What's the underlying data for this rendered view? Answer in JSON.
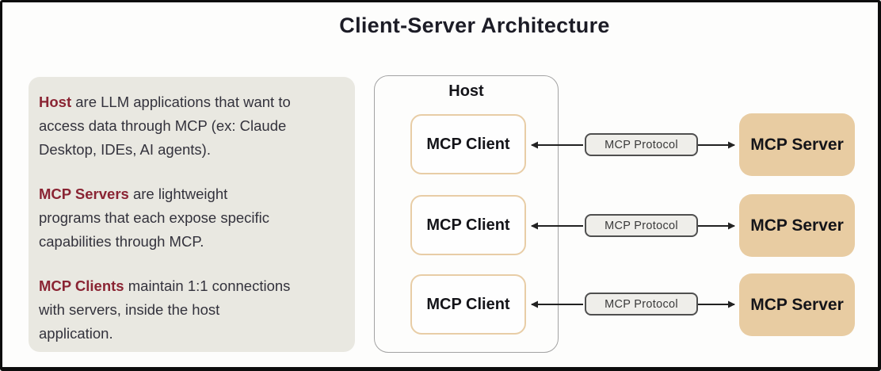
{
  "title": "Client-Server Architecture",
  "info_panel": {
    "paragraphs": [
      {
        "term": "Host",
        "line1_rest": " are LLM applications that want to",
        "line2": "access data through MCP (ex: Claude",
        "line3": "Desktop, IDEs, AI agents)."
      },
      {
        "term": "MCP Servers",
        "line1_rest": " are lightweight",
        "line2": "programs that each expose specific",
        "line3": "capabilities through MCP."
      },
      {
        "term": "MCP Clients",
        "line1_rest": " maintain 1:1 connections",
        "line2": "with servers, inside the host",
        "line3": "application."
      }
    ]
  },
  "host": {
    "label": "Host",
    "clients": [
      "MCP Client",
      "MCP Client",
      "MCP Client"
    ]
  },
  "connections": [
    {
      "label": "MCP Protocol"
    },
    {
      "label": "MCP Protocol"
    },
    {
      "label": "MCP Protocol"
    }
  ],
  "servers": [
    "MCP Server",
    "MCP Server",
    "MCP Server"
  ],
  "colors": {
    "frame_border": "#0d0d0d",
    "page_bg": "#fdfdfc",
    "title_text": "#1c1c26",
    "panel_bg": "#e9e8e1",
    "term_maroon": "#8a2433",
    "body_text": "#33323c",
    "host_border": "#a3a3a3",
    "client_border": "#e8cda6",
    "client_bg": "#fefefe",
    "box_text": "#141419",
    "server_bg": "#e8cca2",
    "pill_bg": "#efeeea",
    "pill_border": "#4f4f4f",
    "pill_text": "#3a3a3a",
    "arrow": "#222222"
  }
}
